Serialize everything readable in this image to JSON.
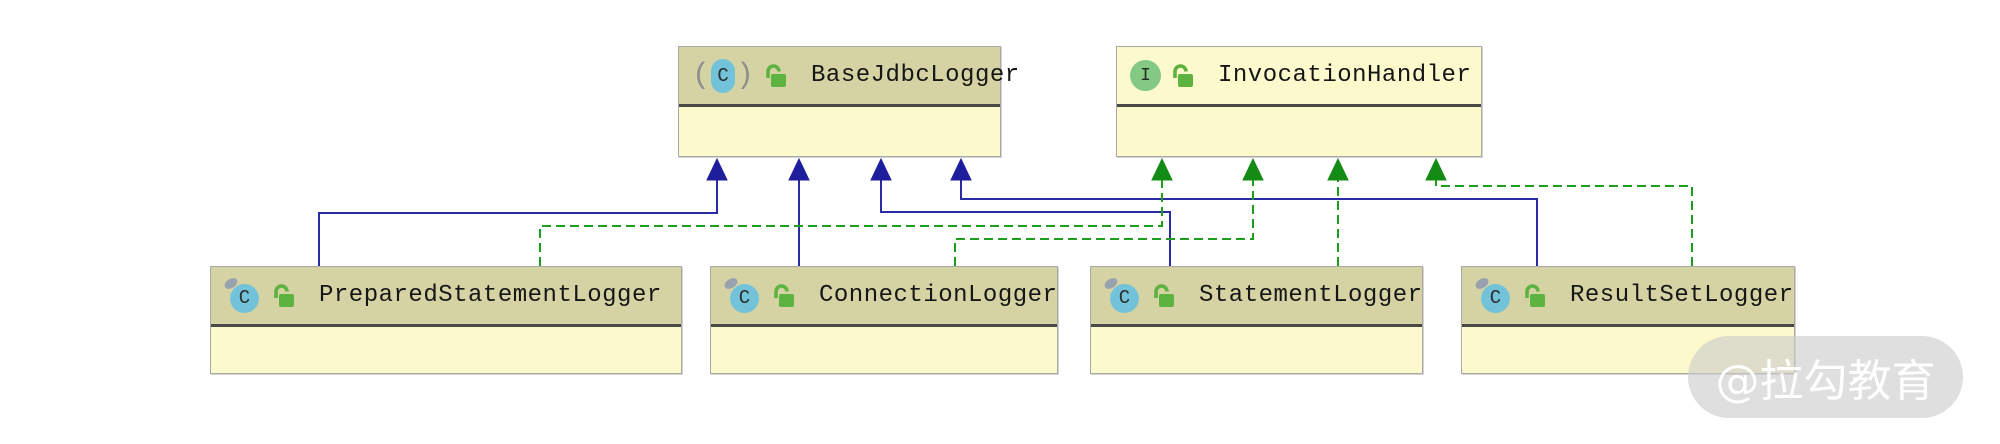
{
  "diagram": {
    "abstract_marks": [
      "(",
      ")"
    ],
    "nodes": [
      {
        "name": "BaseJdbcLogger",
        "kind": "abstract-class",
        "letter": "C",
        "icon": "abstract-class-icon",
        "visibility_icon": "unlocked-icon"
      },
      {
        "name": "InvocationHandler",
        "kind": "interface",
        "letter": "I",
        "icon": "interface-icon",
        "visibility_icon": "unlocked-icon"
      },
      {
        "name": "PreparedStatementLogger",
        "kind": "class",
        "letter": "C",
        "icon": "class-icon",
        "visibility_icon": "unlocked-icon"
      },
      {
        "name": "ConnectionLogger",
        "kind": "class",
        "letter": "C",
        "icon": "class-icon",
        "visibility_icon": "unlocked-icon"
      },
      {
        "name": "StatementLogger",
        "kind": "class",
        "letter": "C",
        "icon": "class-icon",
        "visibility_icon": "unlocked-icon"
      },
      {
        "name": "ResultSetLogger",
        "kind": "class",
        "letter": "C",
        "icon": "class-icon",
        "visibility_icon": "unlocked-icon"
      }
    ],
    "relationships": [
      {
        "from": "PreparedStatementLogger",
        "to": "BaseJdbcLogger",
        "type": "extends"
      },
      {
        "from": "ConnectionLogger",
        "to": "BaseJdbcLogger",
        "type": "extends"
      },
      {
        "from": "StatementLogger",
        "to": "BaseJdbcLogger",
        "type": "extends"
      },
      {
        "from": "ResultSetLogger",
        "to": "BaseJdbcLogger",
        "type": "extends"
      },
      {
        "from": "PreparedStatementLogger",
        "to": "InvocationHandler",
        "type": "implements"
      },
      {
        "from": "ConnectionLogger",
        "to": "InvocationHandler",
        "type": "implements"
      },
      {
        "from": "StatementLogger",
        "to": "InvocationHandler",
        "type": "implements"
      },
      {
        "from": "ResultSetLogger",
        "to": "InvocationHandler",
        "type": "implements"
      }
    ],
    "colors": {
      "extends_edge": "#2b2ba6",
      "implements_edge": "#1d9e1d",
      "node_header": "#d5d3a3",
      "node_body": "#fcf9cc",
      "node_border": "#a8a8a8",
      "class_icon": "#72c3d9",
      "interface_icon": "#83c883",
      "lock_icon": "#5db33f"
    }
  },
  "watermark": {
    "text": "@拉勾教育"
  }
}
